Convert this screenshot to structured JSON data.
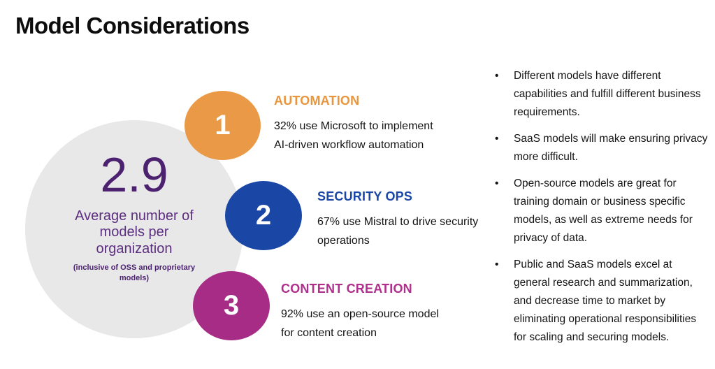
{
  "title": "Model Considerations",
  "stat_circle": {
    "value": "2.9",
    "label": "Average number of models per organization",
    "sublabel": "(inclusive of OSS and proprietary models)"
  },
  "steps": [
    {
      "number": "1",
      "heading": "AUTOMATION",
      "body": "32% use Microsoft to implement AI-driven workflow automation",
      "circle_color": "#EA9A47",
      "heading_color": "#E8953D"
    },
    {
      "number": "2",
      "heading": "SECURITY OPS",
      "body": "67% use Mistral to drive security operations",
      "circle_color": "#1A47A6",
      "heading_color": "#1A47A6"
    },
    {
      "number": "3",
      "heading": "CONTENT CREATION",
      "body": "92% use an open-source model for content creation",
      "circle_color": "#A62C85",
      "heading_color": "#B02E8C"
    }
  ],
  "key_points": [
    "Different models have different capabilities and fulfill different business requirements.",
    "SaaS models will make ensuring privacy more difficult.",
    "Open-source models are great for training domain or business specific models, as well as extreme needs for privacy of data.",
    "Public and SaaS models excel at general research and summarization, and decrease time to market by eliminating operational responsibilities for scaling and securing models."
  ],
  "bullet_glyph": "•",
  "colors": {
    "stat-circle-bg": "#E9E8E9",
    "stat-value": "#4B2170",
    "stat-label": "#5C2E80",
    "body-text": "#141414",
    "title-text": "#0D0D0D"
  }
}
